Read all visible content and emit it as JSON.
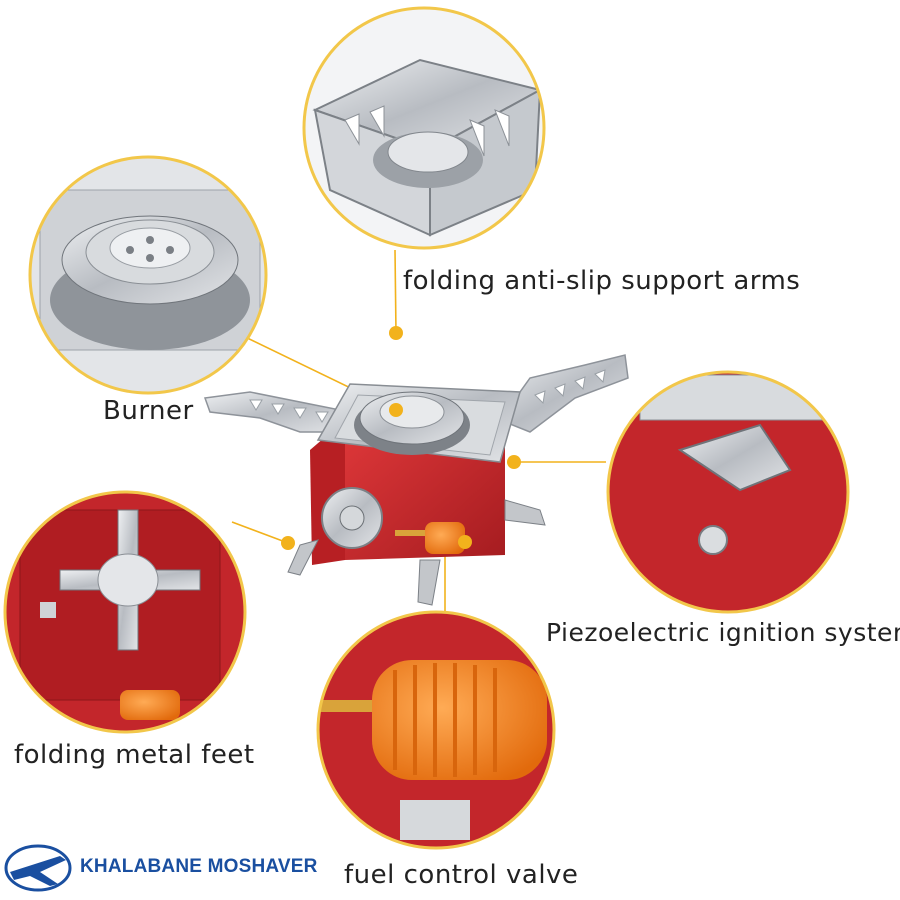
{
  "labels": {
    "arms": "folding anti-slip support arms",
    "burner": "Burner",
    "piezo": "Piezoelectric ignition systen",
    "feet": "folding metal feet",
    "valve": "fuel control valve"
  },
  "logo": {
    "text": "KHALABANE MOSHAVER"
  },
  "colors": {
    "stove_red": "#c8262a",
    "steel": "#c9ccd0",
    "knob_orange": "#f07a1a",
    "leader_line": "#f2b21c",
    "circle_border": "#f2c74a",
    "logo_blue": "#1a4fa0"
  }
}
